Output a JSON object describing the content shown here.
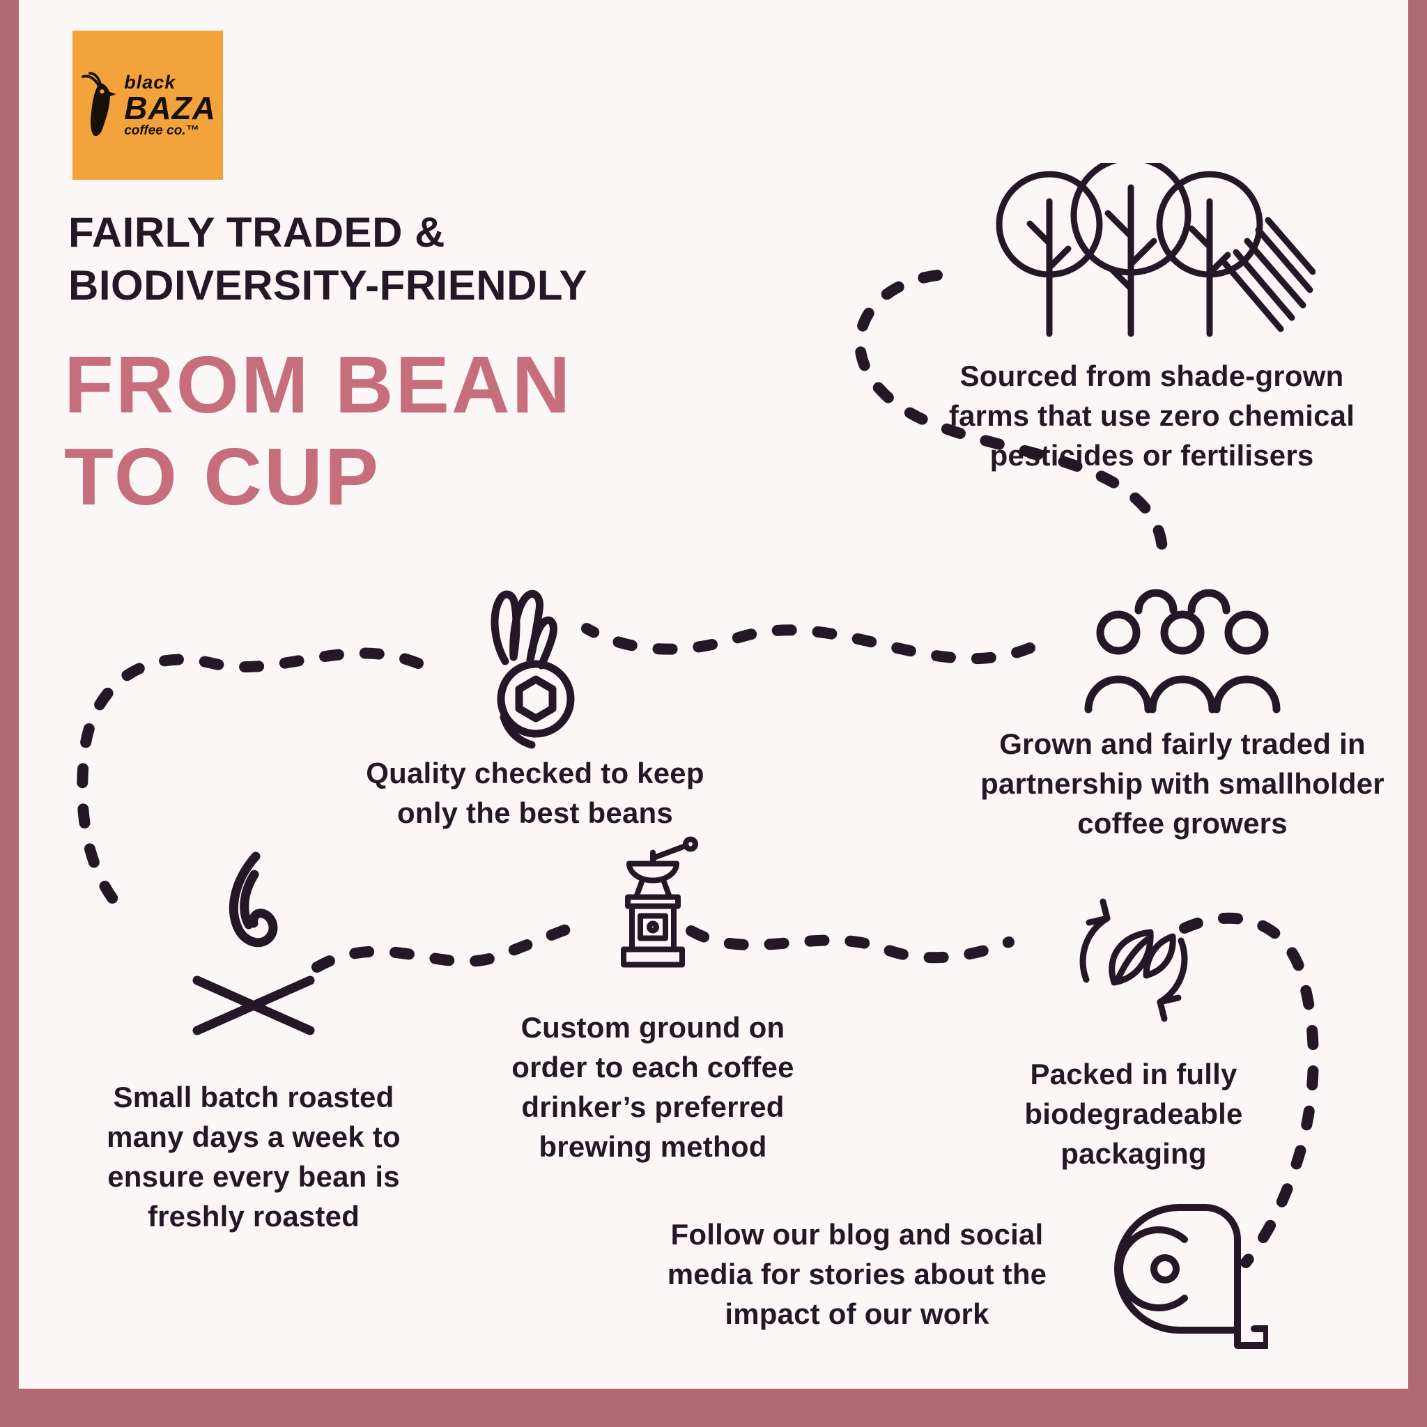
{
  "page": {
    "background": "#fbf7f6",
    "frame_color": "#b06a74",
    "ink_color": "#241826",
    "title_color": "#c76e7d",
    "logo_bg_color": "#f3a33c"
  },
  "logo": {
    "line1": "black",
    "line2": "BAZA",
    "line3": "coffee co.™"
  },
  "header": {
    "kicker_line1": "FAIRLY TRADED &",
    "kicker_line2": "BIODIVERSITY-FRIENDLY",
    "title_line1": "FROM BEAN",
    "title_line2": "TO CUP"
  },
  "steps": [
    {
      "id": "shade-grown",
      "icon": "shade-trees-icon",
      "text": "Sourced from shade-grown farms that use zero chemical pesticides or fertilisers"
    },
    {
      "id": "fairly-traded",
      "icon": "smallholder-growers-icon",
      "text": "Grown and fairly traded in partnership with smallholder coffee growers"
    },
    {
      "id": "quality-checked",
      "icon": "ok-hand-bean-icon",
      "text": "Quality checked to keep only the best beans"
    },
    {
      "id": "small-batch-roasted",
      "icon": "campfire-icon",
      "text": "Small batch roasted many days a week to ensure every bean is freshly roasted"
    },
    {
      "id": "custom-ground",
      "icon": "coffee-grinder-icon",
      "text": "Custom ground on order to each coffee drinker’s preferred brewing method"
    },
    {
      "id": "biodegradeable-packaging",
      "icon": "leaf-recycle-icon",
      "text": "Packed in fully biodegradeable packaging"
    },
    {
      "id": "blog-stories",
      "icon": "tape-measure-icon",
      "text": "Follow our blog and social media for stories about the impact of our work"
    }
  ]
}
